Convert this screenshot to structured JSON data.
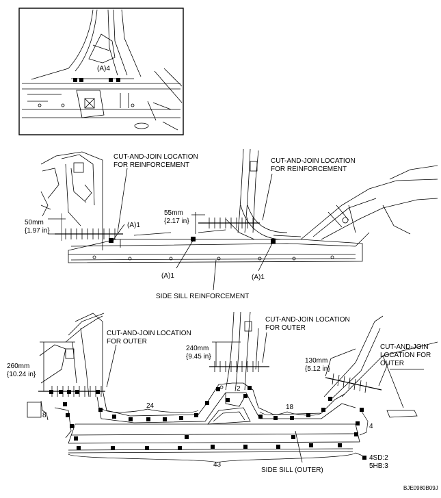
{
  "detail_view": {
    "label": "(A)4"
  },
  "reinforcement": {
    "cut_join_left": [
      "CUT-AND-JOIN LOCATION",
      "FOR  REINFORCEMENT"
    ],
    "cut_join_right": [
      "CUT-AND-JOIN LOCATION",
      "FOR  REINFORCEMENT"
    ],
    "dim_50": [
      "50mm",
      "{1.97 in}"
    ],
    "dim_55": [
      "55mm",
      "{2.17 in}"
    ],
    "spot_a1_upper": "(A)1",
    "spot_a1_lower_left": "(A)1",
    "spot_a1_lower_right": "(A)1",
    "part_name": "SIDE SILL REINFORCEMENT"
  },
  "outer": {
    "cut_join_left": [
      "CUT-AND-JOIN LOCATION",
      "FOR OUTER"
    ],
    "cut_join_middle": [
      "CUT-AND-JOIN LOCATION",
      "FOR OUTER"
    ],
    "cut_join_right": [
      "CUT-AND-JOIN",
      "LOCATION FOR",
      "OUTER"
    ],
    "dim_260": [
      "260mm",
      "{10.24 in}"
    ],
    "dim_240": [
      "240mm",
      "{9.45 in}"
    ],
    "dim_130": [
      "130mm",
      "{5.12 in}"
    ],
    "count_8": "8",
    "count_24": "24",
    "count_2": "2",
    "count_18": "18",
    "count_4": "4",
    "count_43": "43",
    "legend": [
      "4SD:2",
      "5HB:3"
    ],
    "part_name": "SIDE SILL (OUTER)"
  },
  "figure_code": "BJE0980B09J"
}
